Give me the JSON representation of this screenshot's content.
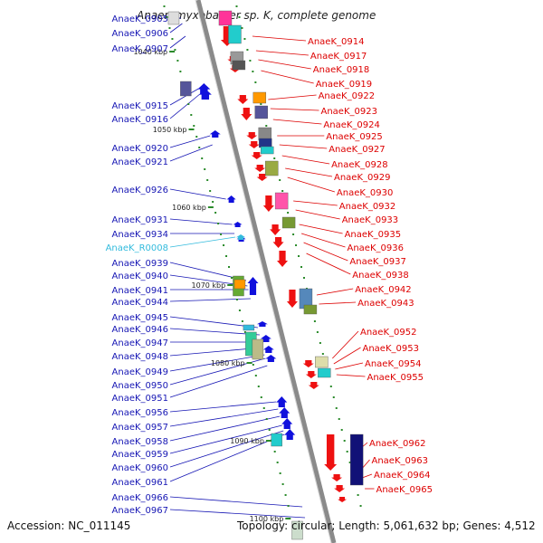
{
  "title": "Anaeromyxobacter sp. K, complete genome",
  "footer": {
    "accession": "Accession: NC_011145",
    "topology": "Topology: circular; Length: 5,061,632 bp; Genes: 4,512"
  },
  "colors": {
    "left_label": "#1616b4",
    "right_label": "#dd0000",
    "rna_label": "#33bbdd",
    "backbone": "#8a8a8a",
    "minus_strand": "#1010dd",
    "plus_strand": "#ee1111",
    "scale_dash": "#2a8a2a"
  },
  "scale": {
    "unit": "kbp",
    "ticks": [
      "1040 kbp",
      "1050 kbp",
      "1060 kbp",
      "1070 kbp",
      "1080 kbp",
      "1090 kbp",
      "1100 kbp"
    ]
  },
  "left_labels": [
    {
      "text": "AnaeK_0905"
    },
    {
      "text": "AnaeK_0906"
    },
    {
      "text": "AnaeK_0907"
    },
    {
      "text": "AnaeK_0915"
    },
    {
      "text": "AnaeK_0916"
    },
    {
      "text": "AnaeK_0920"
    },
    {
      "text": "AnaeK_0921"
    },
    {
      "text": "AnaeK_0926"
    },
    {
      "text": "AnaeK_0931"
    },
    {
      "text": "AnaeK_0934"
    },
    {
      "text": "AnaeK_R0008",
      "rna": true
    },
    {
      "text": "AnaeK_0939"
    },
    {
      "text": "AnaeK_0940"
    },
    {
      "text": "AnaeK_0941"
    },
    {
      "text": "AnaeK_0944"
    },
    {
      "text": "AnaeK_0945"
    },
    {
      "text": "AnaeK_0946"
    },
    {
      "text": "AnaeK_0947"
    },
    {
      "text": "AnaeK_0948"
    },
    {
      "text": "AnaeK_0949"
    },
    {
      "text": "AnaeK_0950"
    },
    {
      "text": "AnaeK_0951"
    },
    {
      "text": "AnaeK_0956"
    },
    {
      "text": "AnaeK_0957"
    },
    {
      "text": "AnaeK_0958"
    },
    {
      "text": "AnaeK_0959"
    },
    {
      "text": "AnaeK_0960"
    },
    {
      "text": "AnaeK_0961"
    },
    {
      "text": "AnaeK_0966"
    },
    {
      "text": "AnaeK_0967"
    }
  ],
  "right_labels": [
    {
      "text": "AnaeK_0914"
    },
    {
      "text": "AnaeK_0917"
    },
    {
      "text": "AnaeK_0918"
    },
    {
      "text": "AnaeK_0919"
    },
    {
      "text": "AnaeK_0922"
    },
    {
      "text": "AnaeK_0923"
    },
    {
      "text": "AnaeK_0924"
    },
    {
      "text": "AnaeK_0925"
    },
    {
      "text": "AnaeK_0927"
    },
    {
      "text": "AnaeK_0928"
    },
    {
      "text": "AnaeK_0929"
    },
    {
      "text": "AnaeK_0930"
    },
    {
      "text": "AnaeK_0932"
    },
    {
      "text": "AnaeK_0933"
    },
    {
      "text": "AnaeK_0935"
    },
    {
      "text": "AnaeK_0936"
    },
    {
      "text": "AnaeK_0937"
    },
    {
      "text": "AnaeK_0938"
    },
    {
      "text": "AnaeK_0942"
    },
    {
      "text": "AnaeK_0943"
    },
    {
      "text": "AnaeK_0952"
    },
    {
      "text": "AnaeK_0953"
    },
    {
      "text": "AnaeK_0954"
    },
    {
      "text": "AnaeK_0955"
    },
    {
      "text": "AnaeK_0962"
    },
    {
      "text": "AnaeK_0963"
    },
    {
      "text": "AnaeK_0964"
    },
    {
      "text": "AnaeK_0965"
    }
  ]
}
